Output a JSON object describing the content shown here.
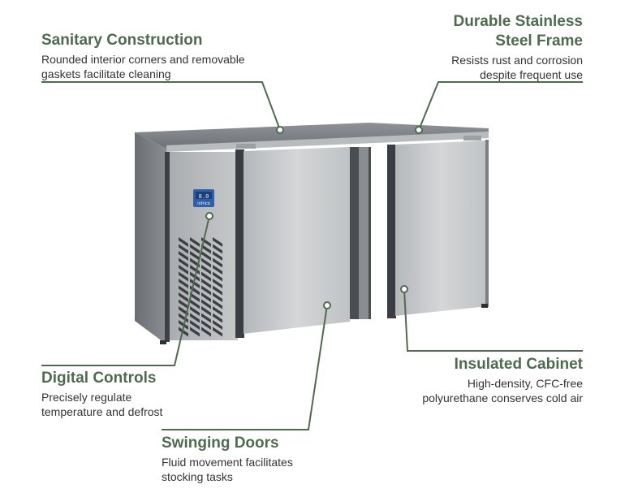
{
  "colors": {
    "accent": "#4e6b4e",
    "text": "#333333",
    "steel_light": "#c9cbcd",
    "steel_dark": "#5a5d61",
    "display": "#2e5fa8"
  },
  "product": {
    "display_brand": "infrico",
    "display_readout": "8.0"
  },
  "callouts": {
    "sanitary": {
      "title": "Sanitary Construction",
      "desc_line1": "Rounded interior corners and removable",
      "desc_line2": "gaskets facilitate cleaning"
    },
    "steel": {
      "title_line1": "Durable Stainless",
      "title_line2": "Steel Frame",
      "desc_line1": "Resists rust and corrosion",
      "desc_line2": "despite frequent use"
    },
    "digital": {
      "title": "Digital Controls",
      "desc_line1": "Precisely regulate",
      "desc_line2": "temperature and defrost"
    },
    "doors": {
      "title": "Swinging Doors",
      "desc_line1": "Fluid movement facilitates",
      "desc_line2": "stocking tasks"
    },
    "insulated": {
      "title": "Insulated Cabinet",
      "desc_line1": "High-density, CFC-free",
      "desc_line2": "polyurethane conserves cold air"
    }
  }
}
